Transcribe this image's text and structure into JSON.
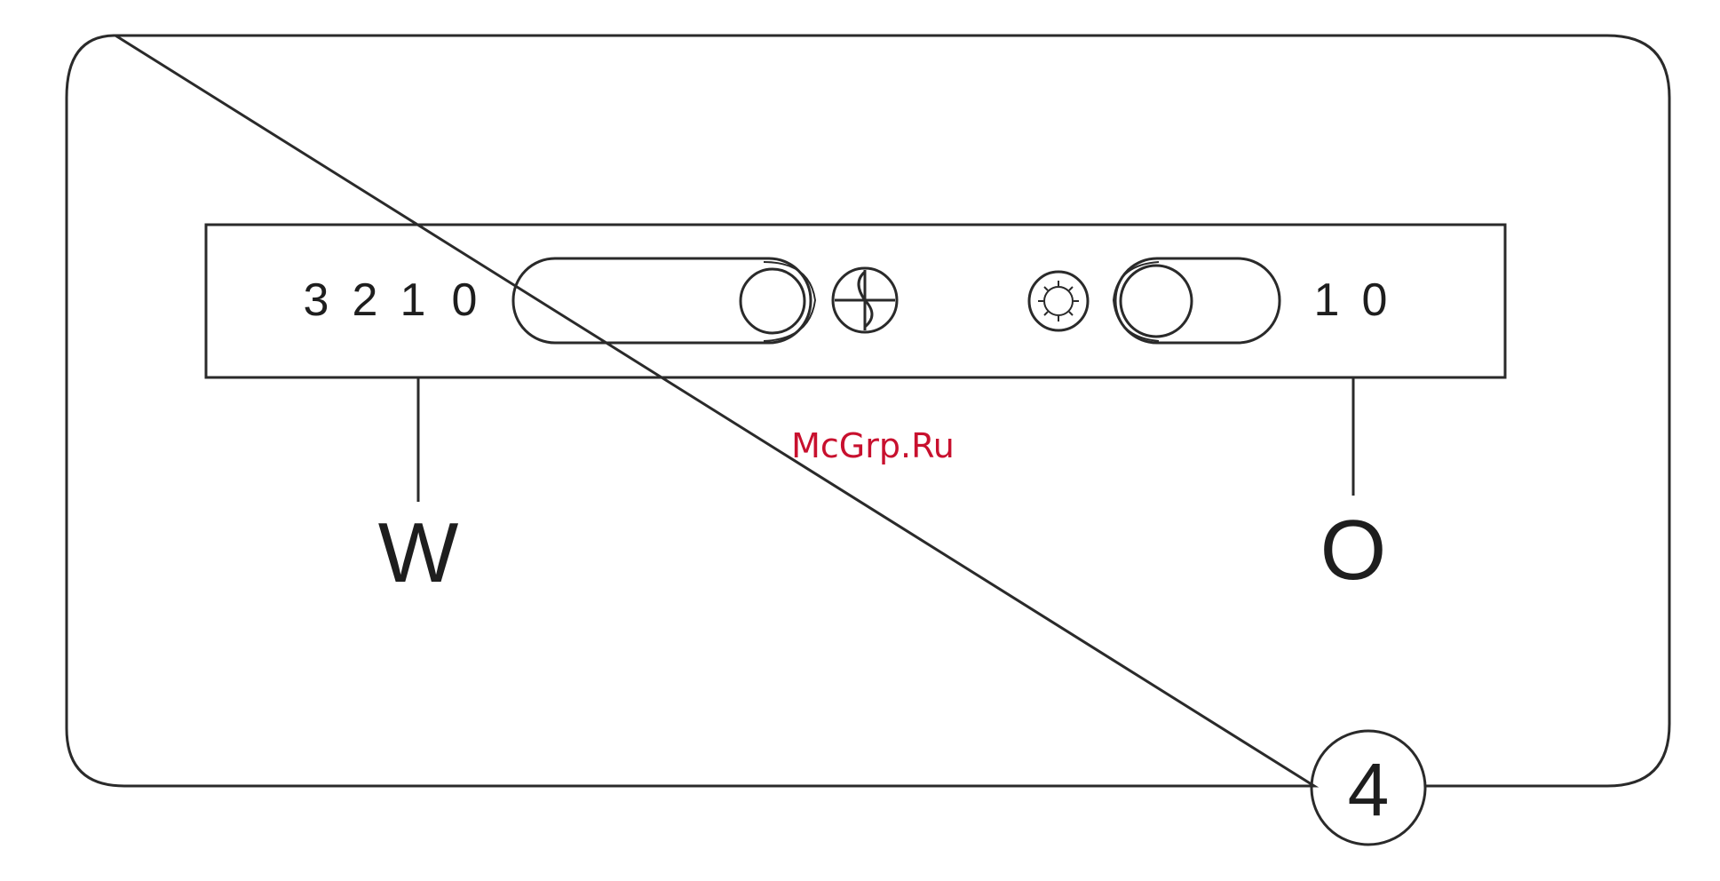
{
  "panel": {
    "fan_scale": [
      "3",
      "2",
      "1",
      "0"
    ],
    "light_scale": [
      "1",
      "0"
    ],
    "fan_icon": "fan-icon",
    "light_icon": "light-bulb-icon"
  },
  "callouts": {
    "fan_switch_label": "W",
    "light_switch_label": "O"
  },
  "figure_number": "4",
  "watermark": "McGrp.Ru",
  "colors": {
    "line": "#2a2a2a",
    "watermark": "#c8102e"
  }
}
